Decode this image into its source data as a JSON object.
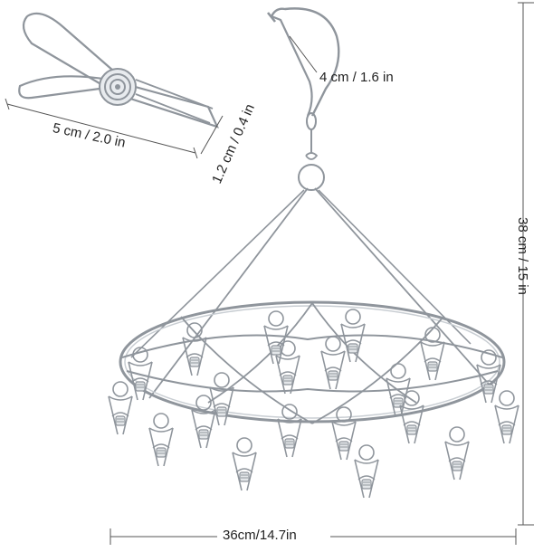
{
  "product": {
    "name": "round stainless steel clip hanger with 20 peg clips",
    "colors": {
      "steel": "#8f959c",
      "steel_light": "#c9ced3",
      "dim_line": "#555555",
      "text": "#222222"
    },
    "clip_count": 20
  },
  "dimensions": {
    "hook": "4 cm / 1.6 in",
    "clip_length": "5 cm / 2.0 in",
    "clip_height": "1.2 cm / 0.4 in",
    "total_height": "38 cm / 15 in",
    "ring_diameter": "36cm/14.7in"
  }
}
